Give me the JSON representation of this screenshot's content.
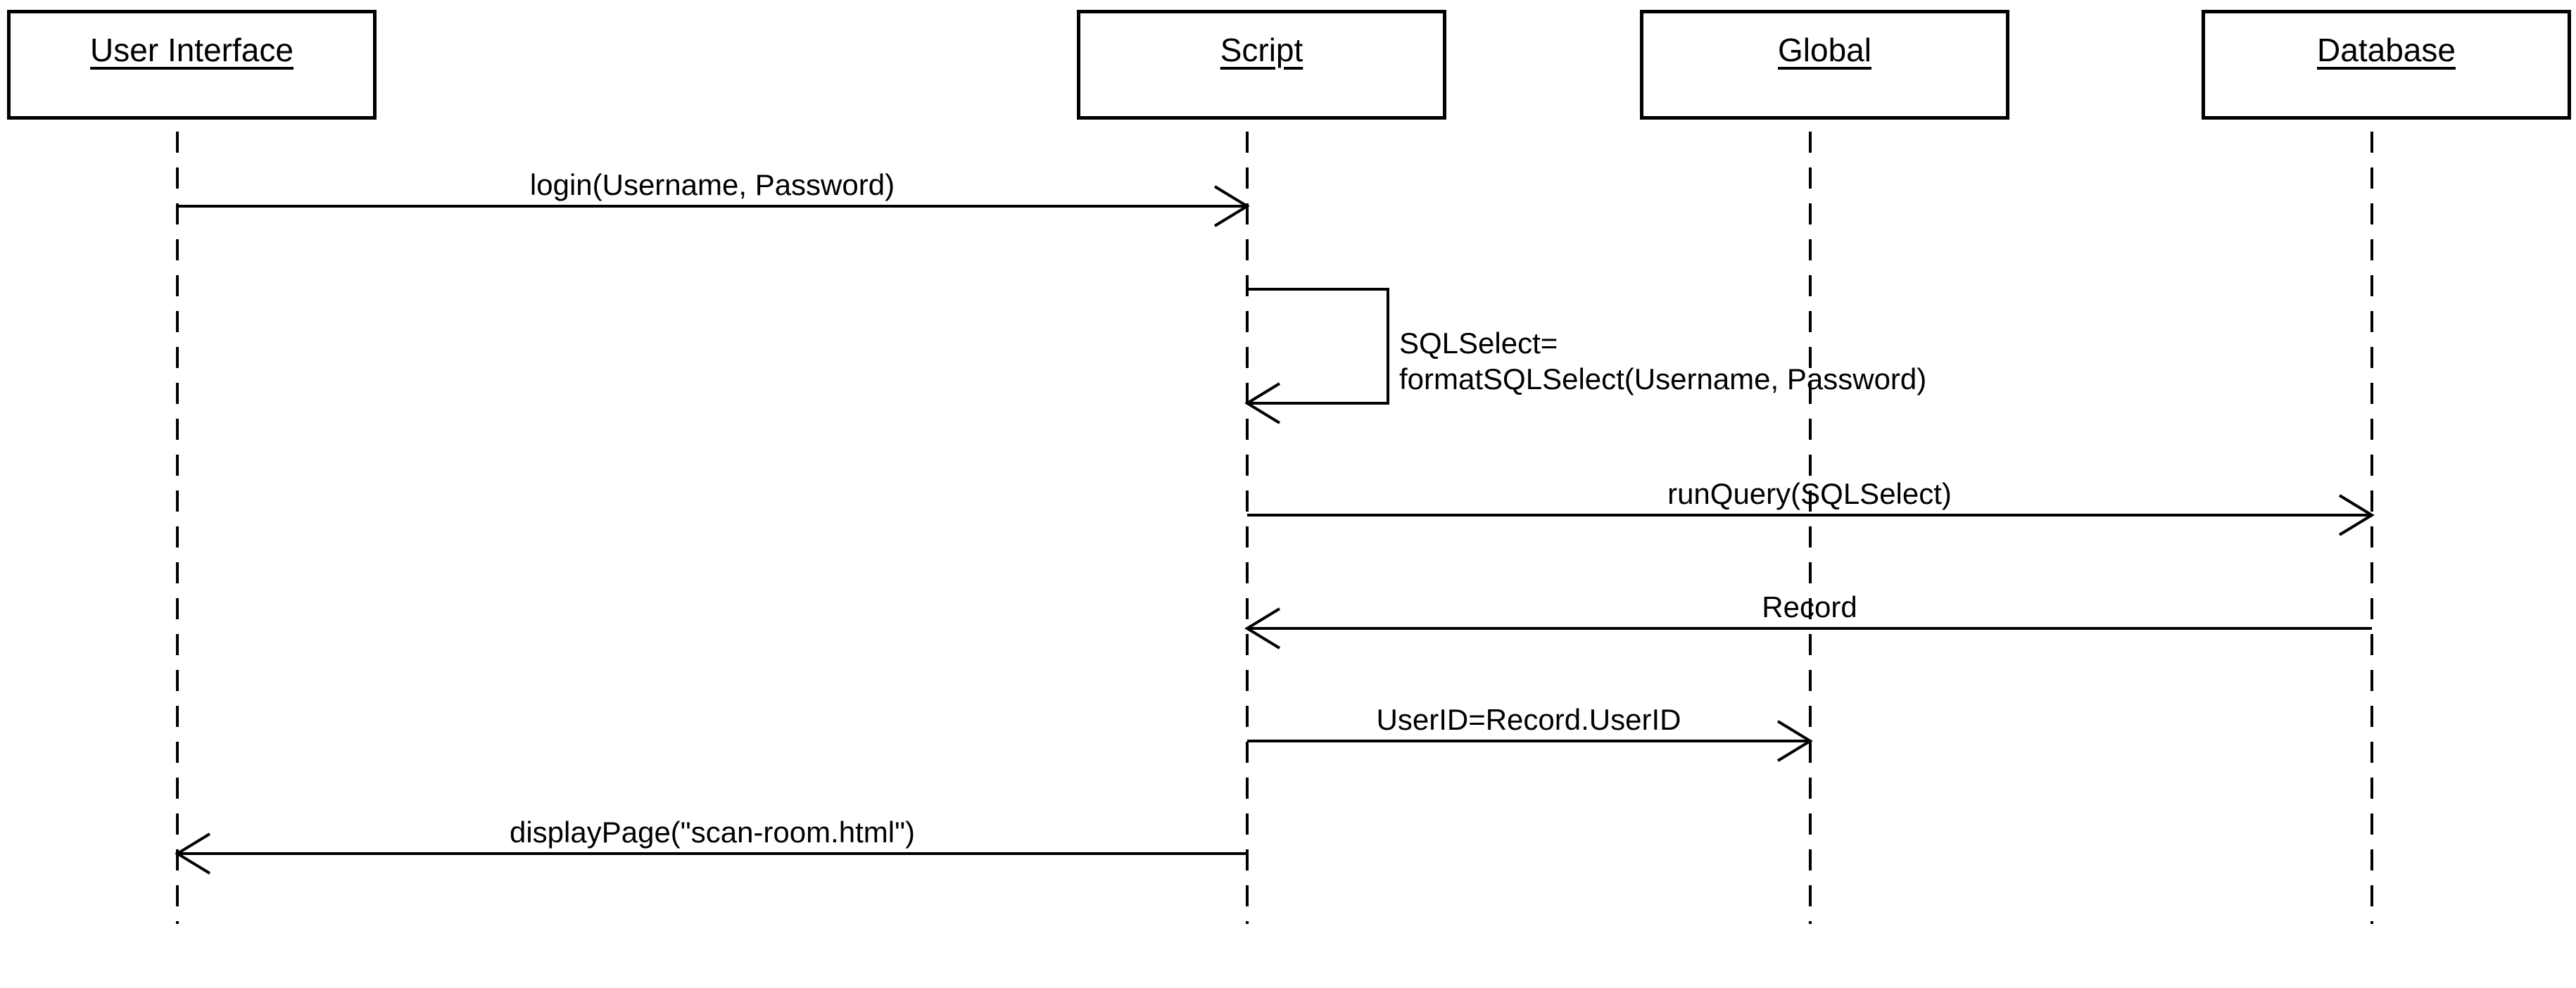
{
  "diagram": {
    "type": "uml-sequence-diagram",
    "background_color": "#ffffff",
    "line_color": "#000000"
  },
  "actors": [
    {
      "title": "User Interface"
    },
    {
      "title": "Script"
    },
    {
      "title": "Global"
    },
    {
      "title": "Database"
    }
  ],
  "messages": [
    {
      "label": "login(Username, Password)",
      "from": "User Interface",
      "to": "Script",
      "direction": "right"
    },
    {
      "type": "self-call",
      "label_line1": "SQLSelect=",
      "label_line2": "formatSQLSelect(Username, Password)",
      "from": "Script",
      "to": "Script"
    },
    {
      "label": "runQuery(SQLSelect)",
      "from": "Script",
      "to": "Database",
      "direction": "right"
    },
    {
      "label": "Record",
      "from": "Database",
      "to": "Script",
      "direction": "left"
    },
    {
      "label": "UserID=Record.UserID",
      "from": "Script",
      "to": "Global",
      "direction": "right"
    },
    {
      "label": "displayPage(\"scan-room.html\")",
      "from": "Script",
      "to": "User Interface",
      "direction": "left"
    }
  ]
}
